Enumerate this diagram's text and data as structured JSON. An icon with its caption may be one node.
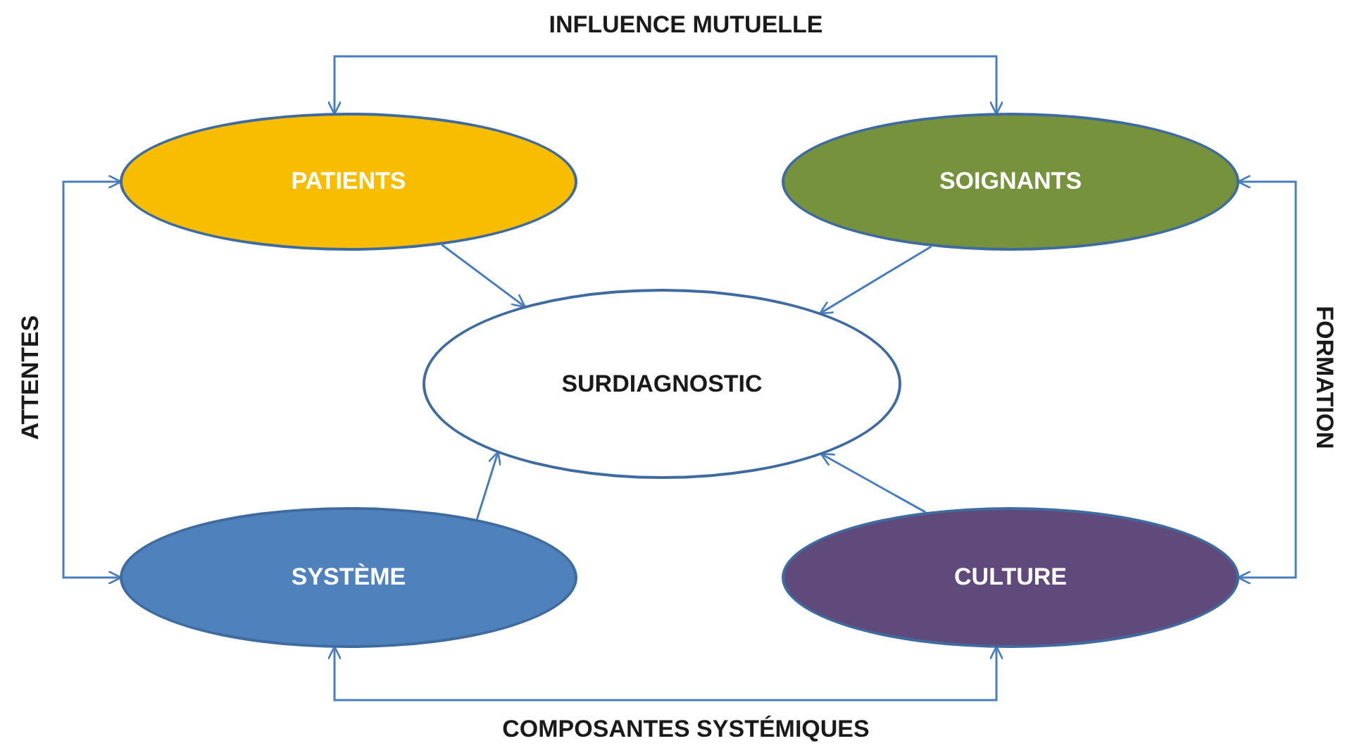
{
  "diagram": {
    "nodes": [
      {
        "text": [
          "PATIENTS"
        ]
      },
      {
        "text": [
          "SOIGNANTS"
        ]
      },
      {
        "text": [
          "SURDIAGNOSTIC"
        ]
      },
      {
        "text": [
          "SYSTÈME"
        ]
      },
      {
        "text": [
          "CULTURE"
        ]
      }
    ],
    "edges": [
      {
        "from": 0,
        "to": 2,
        "arrow": "to"
      },
      {
        "from": 1,
        "to": 2,
        "arrow": "to"
      },
      {
        "from": 3,
        "to": 2,
        "arrow": "to"
      },
      {
        "from": 4,
        "to": 2,
        "arrow": "to"
      },
      {
        "from": 0,
        "to": 1,
        "arrow": "both",
        "label": "INFLUENCE MUTUELLE"
      },
      {
        "from": 0,
        "to": 3,
        "arrow": "both",
        "label": "ATTENTES"
      },
      {
        "from": 1,
        "to": 4,
        "arrow": "both",
        "label": "FORMATION"
      },
      {
        "from": 3,
        "to": 4,
        "arrow": "both",
        "label": "COMPOSANTES SYSTÉMIQUES"
      }
    ]
  }
}
